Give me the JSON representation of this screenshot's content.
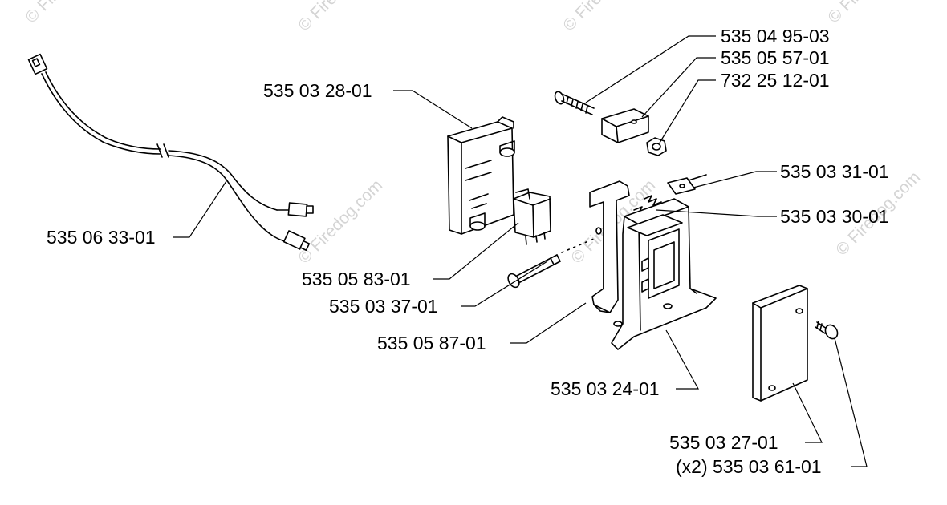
{
  "watermark": {
    "text": "© Firedog.com"
  },
  "labels": {
    "p_535_04_95_03": "535 04 95-03",
    "p_535_05_57_01": "535 05 57-01",
    "p_732_25_12_01": "732 25 12-01",
    "p_535_03_28_01": "535 03 28-01",
    "p_535_03_31_01": "535 03 31-01",
    "p_535_03_30_01": "535 03 30-01",
    "p_535_06_33_01": "535 06 33-01",
    "p_535_05_83_01": "535 05 83-01",
    "p_535_03_37_01": "535 03 37-01",
    "p_535_05_87_01": "535 05 87-01",
    "p_535_03_24_01": "535 03 24-01",
    "p_535_03_27_01": "535 03 27-01",
    "p_535_03_61_01": "(x2) 535 03 61-01"
  }
}
